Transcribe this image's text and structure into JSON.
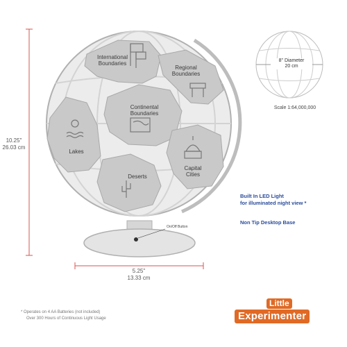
{
  "globe": {
    "labels": {
      "international": [
        "International",
        "Boundaries"
      ],
      "regional": [
        "Regional",
        "Boundaries"
      ],
      "continental": [
        "Continental",
        "Boundaries"
      ],
      "lakes": "Lakes",
      "deserts": "Deserts",
      "capital": [
        "Capital",
        "Cities"
      ]
    },
    "on_off_label": "On/Off Button",
    "fill_color": "#c9c9c9",
    "sea_color": "#e7e7e7",
    "outline_color": "#a9a9a9"
  },
  "dimensions": {
    "height_in": "10.25\"",
    "height_cm": "26.03 cm",
    "width_in": "5.25\"",
    "width_cm": "13.33 cm",
    "dim_color": "#d9534f"
  },
  "small_globe": {
    "diameter_in": "8\" Diameter",
    "diameter_cm": "20 cm",
    "scale": "Scale 1:64,000,000"
  },
  "features": {
    "line1": "Built In LED Light",
    "line2": "for illuminated night view *",
    "line3": "Non Tip Desktop Base",
    "color": "#2a4c9a"
  },
  "footnote": {
    "line1": "* Operates on 4 AA Batteries (not included)",
    "line2": "Over 300 Hours of Continuous Light Usage"
  },
  "brand": {
    "line1": "Little",
    "line2": "Experimenter",
    "color": "#e06a25"
  }
}
